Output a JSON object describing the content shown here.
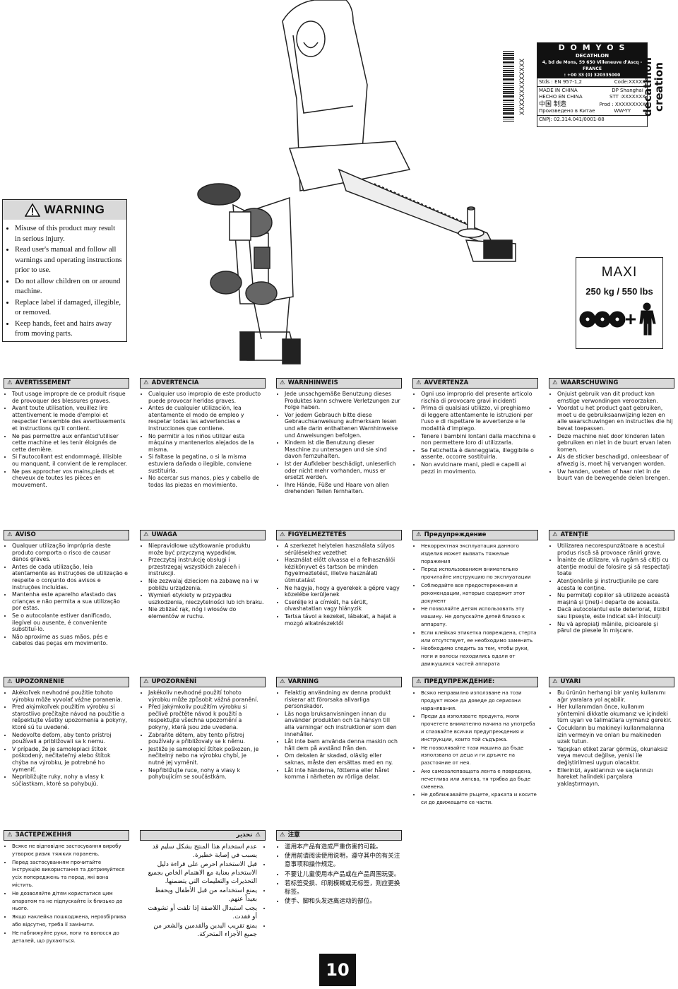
{
  "label": {
    "brand": "D O M Y O S",
    "company": "DECATHLON",
    "address": "4, bd de Mons, 59 650 Villeneuve d'Ascq - FRANCE",
    "phone": ": +00 33 (0) 320335000",
    "stds": "Stds : EN 957-1,2",
    "code": "Code:XXXXX",
    "made_in": "MADE IN  CHINA",
    "hecho_en": "HECHO EN  CHINA",
    "dp": "DP Shanghai",
    "stt": "STT :XXXXXXX",
    "cn": "中国 制造",
    "prod": "Prod : XXXXXXXXX",
    "ru": "Произведено в Китае",
    "ww": "WW-YY",
    "cnpj": "CNPJ: 02.314.041/0001-88",
    "barcode_text": "XXXXXXXXXXXXX",
    "decathlon": "decathlon",
    "creation": "creation"
  },
  "warning_main": {
    "title": "WARNING",
    "items": [
      "Misuse of this product may result in serious injury.",
      "Read user's manual and follow all warnings and operating instructions prior to use.",
      "Do not allow children on or around machine.",
      "Replace label if damaged, illegible, or removed.",
      "Keep hands, feet and hairs away from moving parts."
    ]
  },
  "maxi": {
    "title": "MAXI",
    "weight": "250 kg / 550 lbs"
  },
  "sections": [
    {
      "title": "AVERTISSEMENT",
      "items": [
        "Tout usage impropre de ce produit risque de provoquer des blessures graves.",
        "Avant toute utilisation, veuillez lire attentivement le mode d'emploi et respecter l'ensemble des avertissements et instructions qu'il contient.",
        "Ne pas permettre aux enfantsd'utiliser cette machine et les tenir éloignés de cette dernière.",
        "Si l'autocollant est endommagé, illisible ou manquant, il convient de le remplacer.",
        "Ne pas approcher vos mains,pieds et cheveux de toutes les pièces en mouvement."
      ]
    },
    {
      "title": "ADVERTENCIA",
      "items": [
        "Cualquier uso impropio de este producto puede provocar heridas graves.",
        "Antes de cualquier utilización, lea atentamente el modo de empleo y respetar todas las advertencias e instrucciones que contiene.",
        "No permitir a los niños utilizar esta máquina y mantenerlos alejados de la misma.",
        "Si faltase la pegatina, o si la misma estuviera dañada o ilegible, conviene sustituirla.",
        "No acercar sus manos, pies y cabello de todas las piezas en movimiento."
      ]
    },
    {
      "title": "WARNHINWEIS",
      "items": [
        "Jede unsachgemäße Benutzung dieses Produktes kann schwere Verletzungen zur Folge haben.",
        "Vor jedem Gebrauch bitte diese Gebrauchsanweisung aufmerksam lesen und alle darin enthaltenen Warnhinweise und Anweisungen befolgen.",
        "Kindern ist die Benutzung dieser Maschine zu untersagen und sie sind davon fernzuhalten.",
        "Ist der Aufkleber beschädigt, unleserlich oder nicht mehr vorhanden, muss er ersetzt werden.",
        "Ihre Hände, Füße und Haare von allen drehenden Teilen fernhalten."
      ]
    },
    {
      "title": "AVVERTENZA",
      "items": [
        "Ogni uso improprio del presente articolo rischia di provocare gravi incidenti",
        "Prima di qualsiasi utilizzo, vi preghiamo di leggere attentamente le istruzioni per l'uso e di rispettare le avvertenze e le modalità d'impiego.",
        "Tenere i bambini lontani dalla macchina e non permettere loro di utilizzarla.",
        "Se l'etichetta è danneggiata, illeggibile o assente, occorre sostituirla.",
        "Non avvicinare mani, piedi e capelli ai pezzi in movimento."
      ]
    },
    {
      "title": "WAARSCHUWING",
      "items": [
        "Onjuist gebruik van dit product kan ernstige verwondingen veroorzaken.",
        "Voordat u het product gaat gebruiken, moet u de gebruiksaanwijzing lezen en alle waarschuwingen en instructies die hij bevat toepassen.",
        "Deze machine niet door kinderen laten gebruiken en niet in de buurt ervan laten komen.",
        "Als de sticker beschadigd, onleesbaar of afwezig is, moet hij vervangen worden.",
        "Uw handen, voeten of haar niet in de buurt van de bewegende delen brengen."
      ]
    },
    {
      "title": "AVISO",
      "items": [
        "Qualquer utilização imprópria deste produto comporta o risco de causar danos graves.",
        "Antes de cada utilização, leia atentamente as instruções de utilização e respeite o conjunto dos avisos e instruções incluídas.",
        "Mantenha este aparelho afastado das crianças e não permita a sua utilização por estas.",
        "Se o autocolante estiver danificado, ilegível ou ausente, é conveniente substituí-lo.",
        "Não aproxime as suas mãos, pés e cabelos das peças em movimento."
      ]
    },
    {
      "title": "UWAGA",
      "items": [
        "Niepravidłowe użytkowanie produktu może być przyczyną wypadków.",
        "Przeczytaj instrukcję obsługi i przestrzegaj wszystkich zaleceń i instrukcji.",
        "Nie zezwalaj dzieciom na zabawę na i w pobliżu urządzenia.",
        "Wymień etykiety w przypadku uszkodzenia, nieczytelności lub ich braku.",
        "Nie zbliżać rąk, nóg i włosów do elementów w ruchu."
      ]
    },
    {
      "title": "FIGYELMEZTETÉS",
      "items": [
        "A szerkezet helytelen használata súlyos sérülésekhez vezethet",
        "Használat előtt olvassa el a felhasználói kézikönyvet és tartson be minden figyelmeztetést, illetve használati útmutatást",
        "Ne hagyja, hogy a gyerekek a gépre vagy közelébe kerüljenek",
        "Cserélje ki a címkét, ha sérült, olvashatatlan vagy hiányzik",
        "Tartsa távol a kezeket, lábakat, a hajat a mozgó alkatrészektől"
      ]
    },
    {
      "title": "Предупреждение",
      "items": [
        "Некорректная эксплуатация данного изделия может вызвать тяжелые поражения",
        "Перед использованием внимательно прочитайте инструкцию по эксплуатации",
        "Соблюдайте все предостережения и рекомендации, которые содержит этот документ",
        "Не позволяйте детям использовать эту машину. Не допускайте детей близко к аппарату.",
        "Если клейкая этикетка повреждена, стерта или отсутствует, ее необходимо заменить",
        "Необходимо следить за тем, чтобы руки, ноги и волосы находились вдали от движущихся частей аппарата"
      ]
    },
    {
      "title": "ATENŢIE",
      "items": [
        "Utilizarea necorespunzătoare a acestui produs riscă să provoace răniri grave.",
        "Înainte de utilizare, vă rugăm să citiţi cu atenţie modul de folosire şi să respectaţi toate",
        "Atenţionările şi instrucţiunile pe care acesta le conţine.",
        "Nu permiteţi copiilor să utilizeze această maşină şi ţineţi-i departe de aceasta.",
        "Dacă autocolantul este deteriorat, ilizibil sau lipseşte, este indicat să-l înlocuiţi",
        "Nu vă apropiaţi mâinile, picioarele şi părul de piesele în mişcare."
      ]
    },
    {
      "title": "UPOZORNENIE",
      "items": [
        "Akékoľvek nevhodné použitie tohoto výrobku môže vyvolať vážne poranenia.",
        "Pred akýmkoľvek použitím výrobku si starostlivo prečítajte návod na použitie a rešpektujte všetky upozornenia a pokyny, ktoré sú tu uvedené.",
        "Nedovoľte deťom, aby tento prístroj používali a približovali sa k nemu.",
        "V prípade, že je samolepiaci štítok poškodený, nečitateľný alebo štítok chýba na výrobku, je potrebné ho vymeniť.",
        "Nepribližujte ruky, nohy a vlasy k súčiastkam, ktoré sa pohybujú."
      ]
    },
    {
      "title": "UPOZORNĚNÍ",
      "items": [
        "Jakékoliv nevhodné použití tohoto výrobku může způsobit vážná poranění.",
        "Před jakýmkoliv použitím výrobku si pečlivě pročtěte návod k použití a respektujte všechna upozornění a pokyny, která jsou zde uvedena.",
        "Zabraňte dětem, aby tento přístroj používaly a přibližovaly se k němu.",
        "Jestliže je samolepicí štítek poškozen, je nečitelný nebo na výrobku chybí, je nutné jej vyměnit.",
        "Nepřibližujte ruce, nohy a vlasy k pohybujícím se součástkám."
      ]
    },
    {
      "title": "VARNING",
      "items": [
        "Felaktig användning av denna produkt riskerar att förorsaka allvarliga personskador.",
        "Läs noga bruksanvisningen innan du använder produkten och ta hänsyn till alla varningar och instruktioner som den innehåller.",
        "Låt inte barn använda denna maskin och håll dem på avstånd från den.",
        "Om dekalen är skadad, oläslig eller saknas, måste den ersättas med en ny.",
        "Låt inte händerna, fötterna eller håret komma i närheten av rörliga delar."
      ]
    },
    {
      "title": "ПРЕДУПРЕЖДЕНИЕ:",
      "items": [
        "Всяко неправилно използване на този продукт може да доведе до сериозни наранявания.",
        "Преди да използвате продукта, моля прочетете внимателно начина на употреба и спазвайте всички предупреждения и инструкции, които той съдържа.",
        "Не позволявайте тази машина да бъде използвана от деца и ги дръжте на разстояние от нея.",
        "Ако самозалепващата лента е повредена, нечетлива или липсва, тя трябва да бъде сменена.",
        "Не доближавайте ръцете, краката и косите си до движещите се части."
      ]
    },
    {
      "title": "UYARI",
      "items": [
        "Bu ürünün herhangi bir yanlış kullanımı ağır yaralara yol açabilir.",
        "Her kullanımdan önce, kullanım yöntemini dikkatle okumanız ve içindeki tüm uyarı ve talimatlara uymanız gerekir.",
        "Çocukların bu makineyi kullanmalarına izin vermeyin ve onları bu makineden uzak tutun.",
        "Yapışkan etiket zarar görmüş, okunaksız veya mevcut değilse, yenisi ile değiştirilmesi uygun olacaktır.",
        "Ellerinizi, ayaklarınızı ve saçlarınızı hareket halindeki parçalara yaklaştırmayın."
      ]
    },
    {
      "title": "ЗАСТЕРЕЖЕННЯ",
      "items": [
        "Всяке не відповідне застосування виробу утворює ризик тяжких поранень.",
        "Перед застосуванням прочитайте інструкцію використання та дотримуйтеся усіх попереджень та порад, які вона містить.",
        "Не дозволяйте дітям користатися цим апаратом та не підпускайте їх близько до нього.",
        "Якщо наклейка пошкоджена, нерозбірлива або відсутня, треба її замінити.",
        "Не наближуйте руки, ноги та волосся до деталей, що рухаються."
      ]
    },
    {
      "title": "تحذير",
      "items": [
        "عدم استخدام هذا المنتج بشكل سليم قد يسبب في إصابة خطيرة.",
        "قبل الاستخدام احرص على قراءة دليل الاستخدام بعناية مع الاهتمام الخاص بجميع التحذيرات والتعليمات التي يتضمنها.",
        "يمنع استخدامه من قبل الأطفال ويحفظ بعيداً عنهم.",
        "يجب استبدال اللاصقة إذا تلفت أو تشوهت أو فقدت.",
        "يمنع تقريب اليدين والقدمين والشعر من جميع الأجزاء المتحركة."
      ]
    },
    {
      "title": "注意",
      "items": [
        "滥用本产品有造成严重伤害的可能。",
        "使用前请阅读使用说明，遵守其中的有关注意事项和操作规定。",
        "不要让儿童使用本产品或在产品周围玩耍。",
        "若标签受损、印刷模糊或无标签，则应更换标签。",
        "使手、脚和头发远离运动的部位。"
      ]
    }
  ],
  "page_number": "10"
}
